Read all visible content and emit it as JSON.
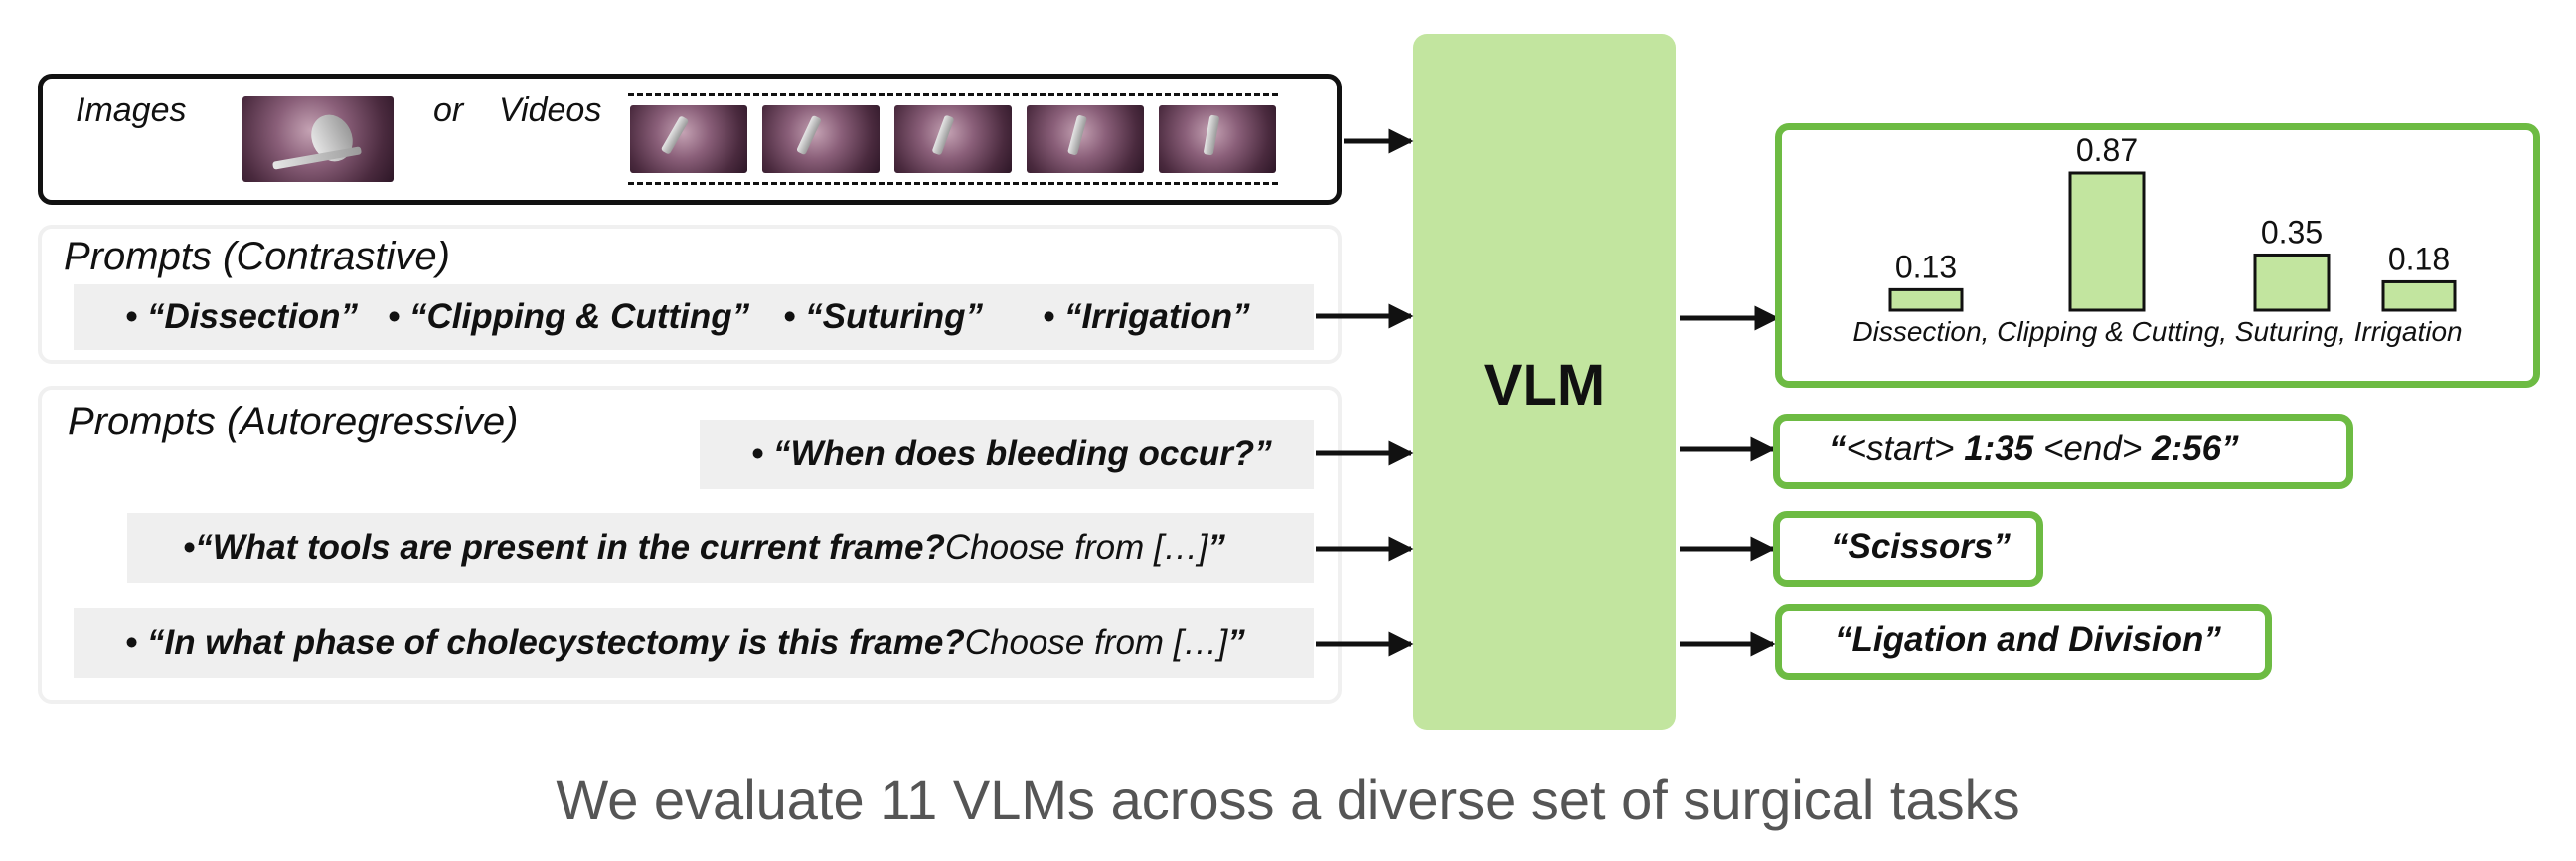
{
  "input": {
    "images_label": "Images",
    "or_label": "or",
    "videos_label": "Videos"
  },
  "contrastive": {
    "title": "Prompts (Contrastive)",
    "items": [
      "“Dissection”",
      "“Clipping & Cutting”",
      "“Suturing”",
      "“Irrigation”"
    ]
  },
  "autoregressive": {
    "title": "Prompts (Autoregressive)",
    "q1": "“When does bleeding occur?”",
    "q2_bold": "“What tools are present in the current frame?",
    "q2_rest": " Choose from […]",
    "q2_end": "”",
    "q3_bold": "“In what phase of cholecystectomy is this frame?",
    "q3_rest": " Choose from […]",
    "q3_end": "”"
  },
  "model": {
    "label": "VLM"
  },
  "outputs": {
    "temporal": {
      "open": "“",
      "start_tag": "<start>",
      "start_time": "1:35",
      "end_tag": "<end>",
      "end_time": "2:56",
      "close": "”"
    },
    "tools": "“Scissors”",
    "phase_bold": "“Ligation and Division",
    "phase_end": "”"
  },
  "chart_data": {
    "type": "bar",
    "categories": [
      "Dissection",
      "Clipping & Cutting",
      "Suturing",
      "Irrigation"
    ],
    "values": [
      0.13,
      0.87,
      0.35,
      0.18
    ],
    "value_labels": [
      "0.13",
      "0.87",
      "0.35",
      "0.18"
    ],
    "caption": "Dissection, Clipping & Cutting, Suturing, Irrigation",
    "ylim": [
      0,
      1
    ],
    "bar_color": "#c2e59f",
    "bar_stroke": "#111111"
  },
  "caption": "We evaluate 11 VLMs across a diverse set of surgical tasks",
  "colors": {
    "accent_green": "#6dbb43",
    "vlm_fill": "#c2e59f",
    "prompt_bg": "#efefef"
  }
}
